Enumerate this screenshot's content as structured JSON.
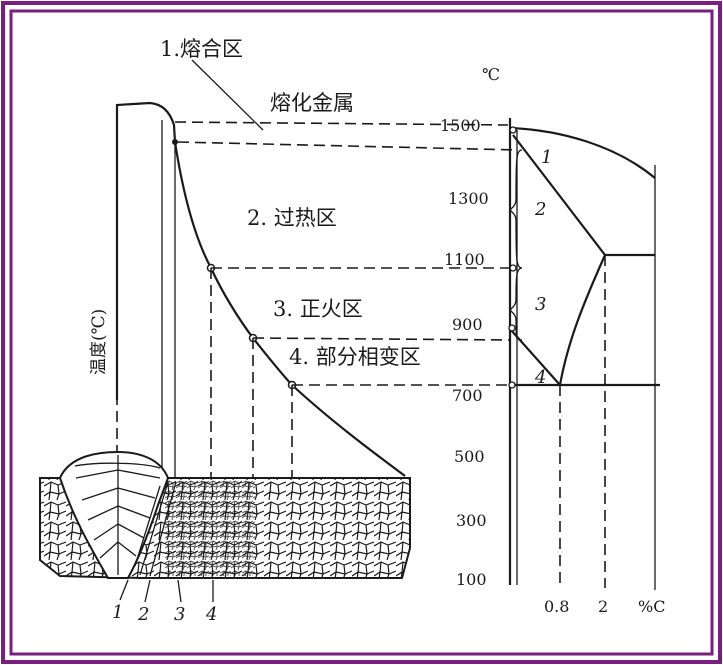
{
  "colors": {
    "frame": "#7b1f7f",
    "ink": "#1a1a1a",
    "background": "#ffffff"
  },
  "labels": {
    "fusion_zone": "1.熔合区",
    "molten_metal": "熔化金属",
    "overheat_zone": "2. 过热区",
    "normalizing_zone": "3. 正火区",
    "partial_transform_zone": "4. 部分相变区",
    "y_axis_title": "温度(℃)"
  },
  "phase_axis": {
    "unit": "℃",
    "ticks": [
      "1500",
      "1300",
      "1100",
      "900",
      "700",
      "500",
      "300",
      "100"
    ],
    "x_ticks": [
      "0.8",
      "2"
    ],
    "x_unit": "%C"
  },
  "range_marks": [
    "1",
    "2",
    "3",
    "4"
  ],
  "bottom_marks": [
    "1",
    "2",
    "3",
    "4"
  ]
}
